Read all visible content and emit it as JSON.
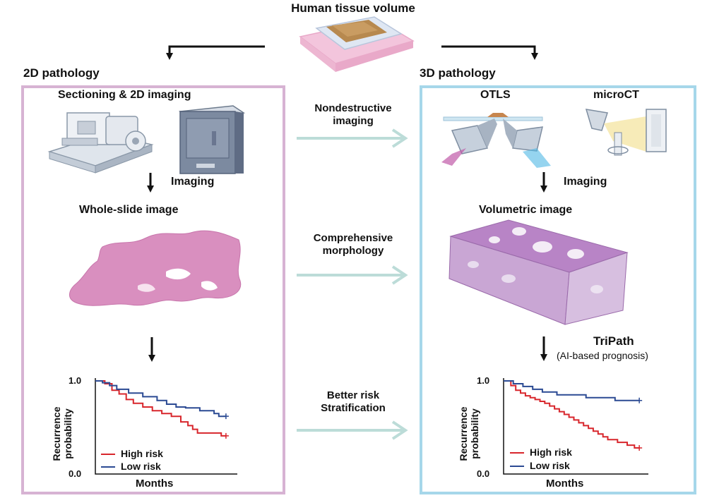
{
  "title": "Human tissue volume",
  "left_panel": {
    "heading": "2D pathology",
    "step1": "Sectioning & 2D imaging",
    "step2": "Imaging",
    "step3": "Whole-slide image",
    "chart": {
      "ylabel_line1": "Recurrence",
      "ylabel_line2": "probability",
      "xlabel": "Months",
      "y_top": "1.0",
      "y_bottom": "0.0",
      "legend_high": "High risk",
      "legend_low": "Low risk"
    }
  },
  "right_panel": {
    "heading": "3D pathology",
    "method1": "OTLS",
    "method2": "microCT",
    "step2": "Imaging",
    "step3": "Volumetric image",
    "model_name": "TriPath",
    "model_desc": "(AI-based prognosis)",
    "chart": {
      "ylabel_line1": "Recurrence",
      "ylabel_line2": "probability",
      "xlabel": "Months",
      "y_top": "1.0",
      "y_bottom": "0.0",
      "legend_high": "High risk",
      "legend_low": "Low risk"
    }
  },
  "advantages": {
    "a1_line1": "Nondestructive",
    "a1_line2": "imaging",
    "a2_line1": "Comprehensive",
    "a2_line2": "morphology",
    "a3_line1": "Better risk",
    "a3_line2": "Stratification"
  },
  "colors": {
    "panel_2d_border": "#d7b3d3",
    "panel_3d_border": "#a6d7ea",
    "arrow_light": "#bcdcd8",
    "high_risk": "#d8262c",
    "low_risk": "#2b4a93",
    "tissue": "#d98fbf"
  },
  "chart_data": [
    {
      "type": "line",
      "ylim": [
        0,
        1
      ],
      "yticks": [
        "0.0",
        "1.0"
      ],
      "xlabel": "Months",
      "ylabel": "Recurrence probability",
      "legend": "bottom-left",
      "series": [
        {
          "name": "High risk",
          "color": "#d8262c",
          "x": [
            0,
            4,
            7,
            10,
            13,
            16,
            20,
            24,
            28,
            32,
            36,
            39,
            41,
            43,
            44,
            50,
            53,
            55
          ],
          "y": [
            1.0,
            0.97,
            0.9,
            0.86,
            0.8,
            0.76,
            0.72,
            0.68,
            0.65,
            0.62,
            0.56,
            0.52,
            0.48,
            0.44,
            0.44,
            0.44,
            0.41,
            0.41
          ]
        },
        {
          "name": "Low risk",
          "color": "#2b4a93",
          "x": [
            0,
            3,
            6,
            9,
            14,
            20,
            26,
            30,
            34,
            38,
            44,
            50,
            52,
            55
          ],
          "y": [
            1.0,
            0.98,
            0.95,
            0.91,
            0.87,
            0.83,
            0.79,
            0.75,
            0.72,
            0.71,
            0.68,
            0.65,
            0.62,
            0.62
          ]
        }
      ]
    },
    {
      "type": "line",
      "ylim": [
        0,
        1
      ],
      "yticks": [
        "0.0",
        "1.0"
      ],
      "xlabel": "Months",
      "ylabel": "Recurrence probability",
      "legend": "bottom-left",
      "series": [
        {
          "name": "High risk",
          "color": "#d8262c",
          "x": [
            0,
            3,
            5,
            7,
            9,
            11,
            13,
            15,
            17,
            19,
            21,
            23,
            25,
            27,
            29,
            31,
            33,
            35,
            37,
            39,
            41,
            43,
            47,
            51,
            54,
            56
          ],
          "y": [
            1.0,
            0.95,
            0.9,
            0.87,
            0.84,
            0.82,
            0.8,
            0.78,
            0.76,
            0.73,
            0.7,
            0.67,
            0.64,
            0.61,
            0.58,
            0.55,
            0.52,
            0.49,
            0.46,
            0.43,
            0.4,
            0.37,
            0.34,
            0.31,
            0.28,
            0.28
          ]
        },
        {
          "name": "Low risk",
          "color": "#2b4a93",
          "x": [
            0,
            4,
            8,
            12,
            16,
            22,
            28,
            34,
            40,
            46,
            52,
            56
          ],
          "y": [
            1.0,
            0.97,
            0.94,
            0.91,
            0.88,
            0.85,
            0.85,
            0.82,
            0.82,
            0.79,
            0.79,
            0.79
          ]
        }
      ]
    }
  ]
}
